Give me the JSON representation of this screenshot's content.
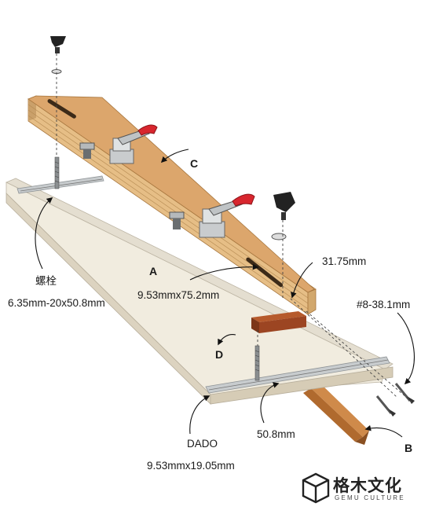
{
  "labels": {
    "a": "A",
    "b": "B",
    "c": "C",
    "d": "D",
    "bolt": "螺栓",
    "bolt_size": "6.35mm-20x50.8mm",
    "slot_size": "9.53mmx75.2mm",
    "fence_thickness": "31.75mm",
    "screw_size": "#8-38.1mm",
    "track_offset": "50.8mm",
    "dado": "DADO",
    "dado_size": "9.53mmx19.05mm"
  },
  "brand": {
    "name_cn": "格木文化",
    "name_en": "GEMU CULTURE"
  },
  "colors": {
    "board": "#f1ecdf",
    "fence_top": "#dca66c",
    "fence_edge": "#e6c08c",
    "clamp_handle": "#d8262e",
    "stop_block": "#9c4522",
    "runner": "#c07a3c",
    "track": "#b7bcbf"
  }
}
